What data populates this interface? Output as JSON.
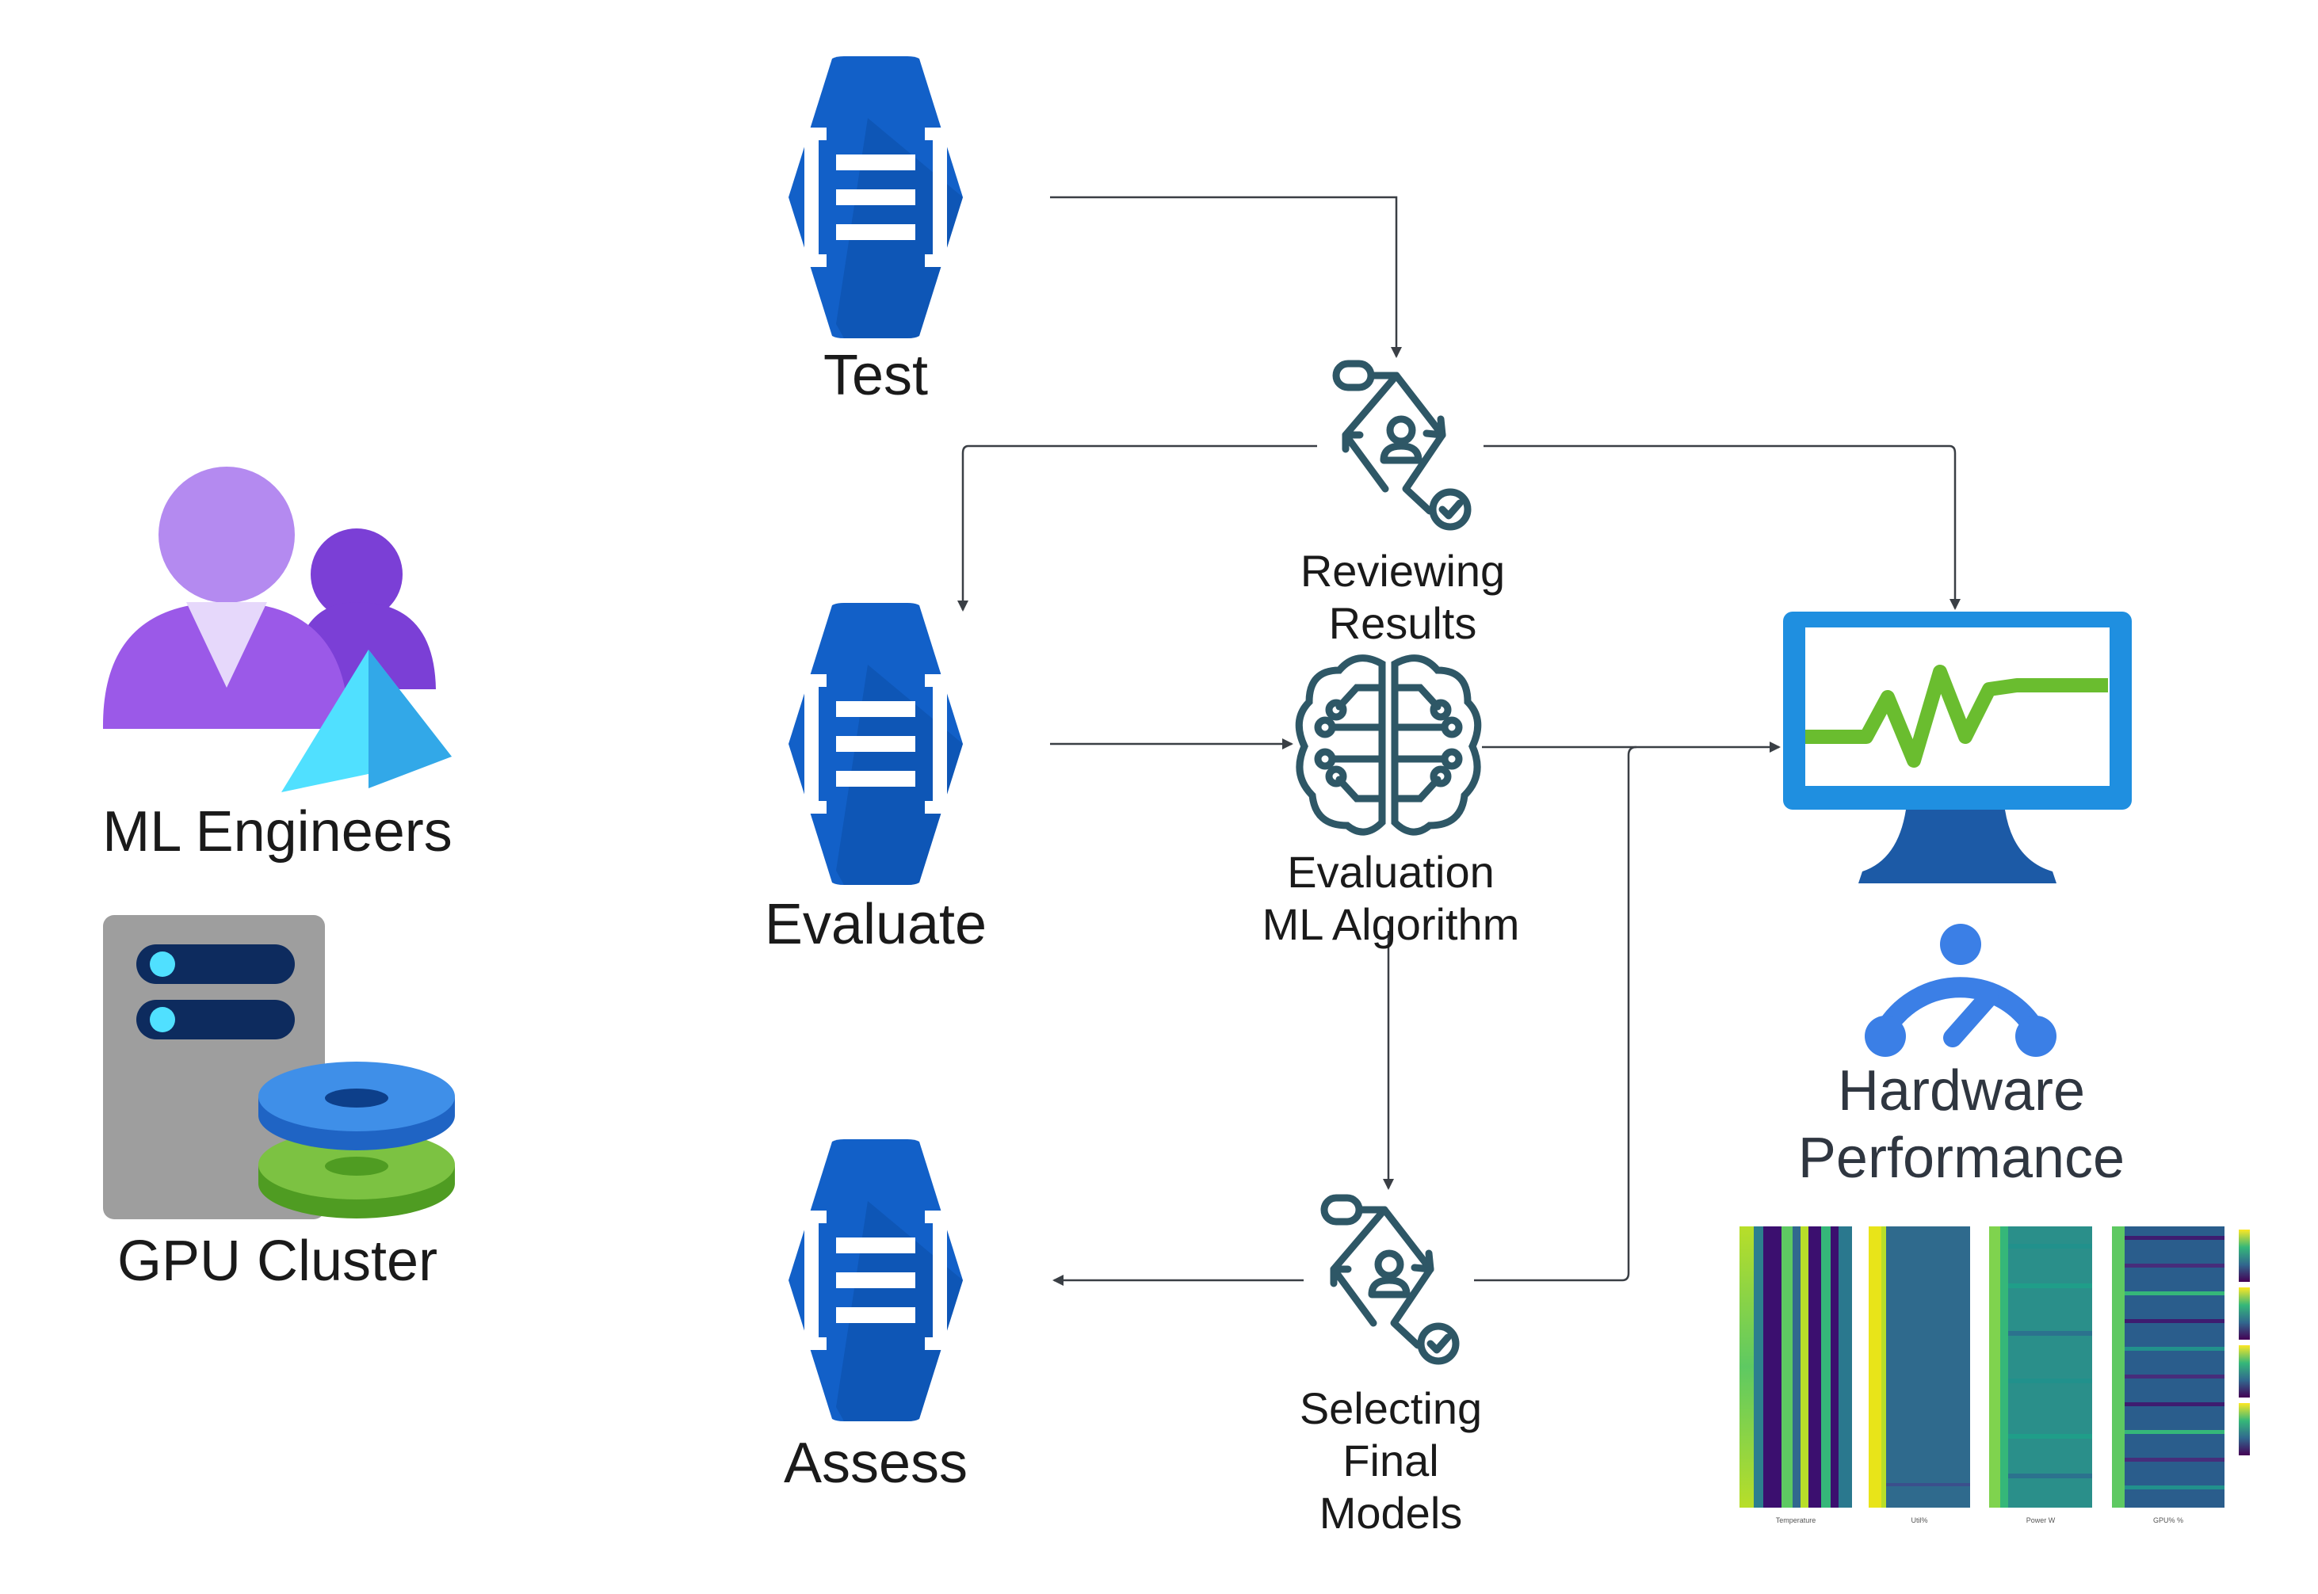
{
  "nodes": {
    "test": {
      "label": "Test",
      "icon": "hexagon-bracket-list-icon"
    },
    "evaluate": {
      "label": "Evaluate",
      "icon": "hexagon-bracket-list-icon"
    },
    "assess": {
      "label": "Assess",
      "icon": "hexagon-bracket-list-icon"
    },
    "reviewing": {
      "line1": "Reviewing",
      "line2": "Results",
      "icon": "workflow-review-icon"
    },
    "evaluation": {
      "line1": "Evaluation",
      "line2": "ML Algorithm",
      "icon": "brain-circuit-icon"
    },
    "selecting": {
      "line1": "Selecting",
      "line2": "Final",
      "line3": "Models",
      "icon": "workflow-review-icon"
    },
    "ml_engineers": {
      "label": "ML Engineers",
      "icon": "users-icon"
    },
    "gpu_cluster": {
      "label": "GPU Cluster",
      "icon": "server-disk-icon"
    },
    "hardware": {
      "line1": "Hardware",
      "line2": "Performance",
      "icon": "gauge-icon"
    },
    "monitor": {
      "icon": "monitor-heartbeat-icon"
    }
  },
  "heatmap_axis_labels": [
    "Temperature",
    "Util%",
    "Power W",
    "GPU% %"
  ],
  "colors": {
    "hexagon": "#1260c8",
    "hexagon_shade": "#0b4fa8",
    "icon_teal": "#2e5766",
    "user_purple": "#9b59e8",
    "arrow": "#3a3f45"
  }
}
